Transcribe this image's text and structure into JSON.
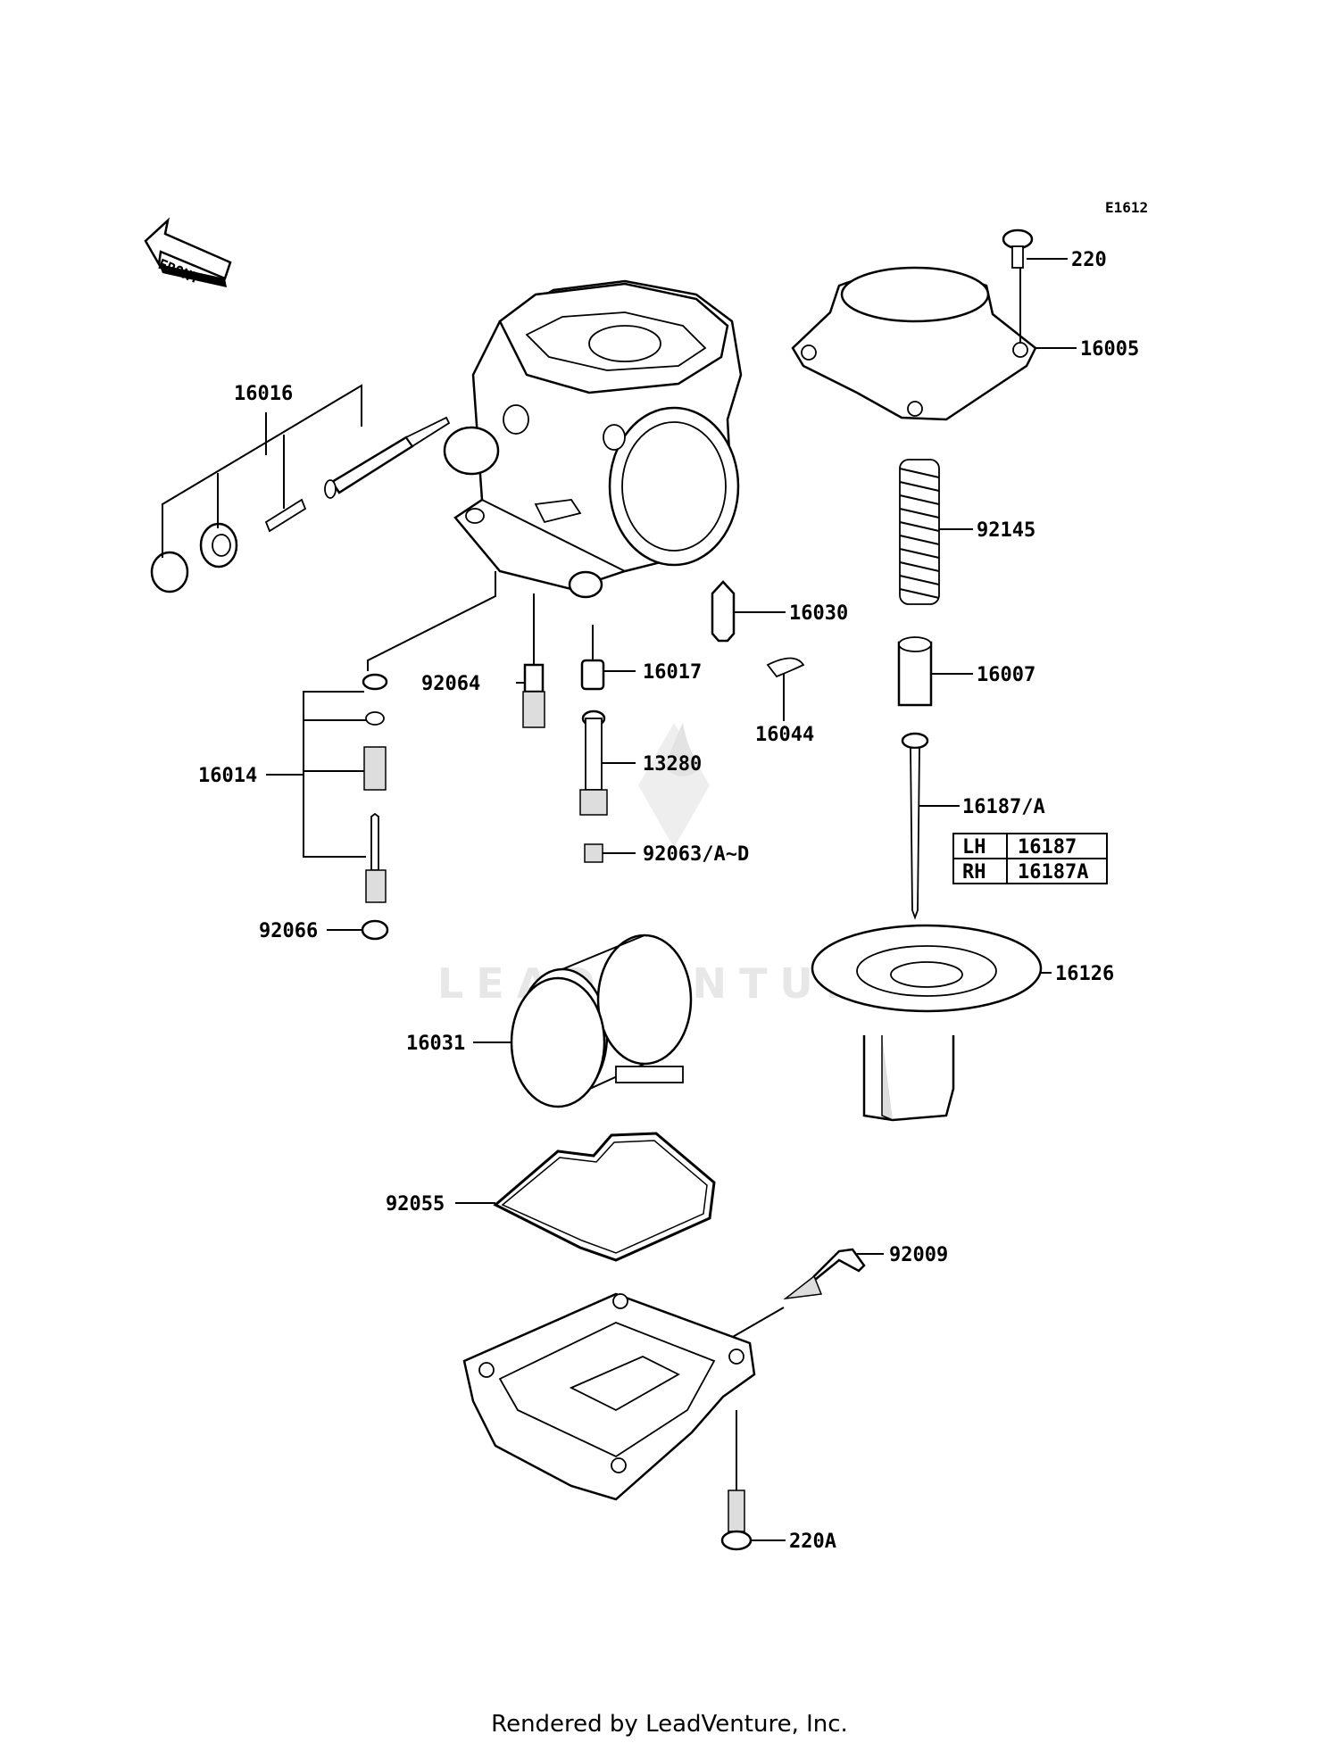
{
  "diagram_code": "E1612",
  "front_label": "FRONT",
  "labels": {
    "p220": "220",
    "p16005": "16005",
    "p16016": "16016",
    "p92145": "92145",
    "p16030": "16030",
    "p16017": "16017",
    "p92064": "92064",
    "p16007": "16007",
    "p16044": "16044",
    "p16014": "16014",
    "p13280": "13280",
    "p16187A": "16187/A",
    "p92063": "92063/A~D",
    "p92066": "92066",
    "p16126": "16126",
    "p16031": "16031",
    "p92055": "92055",
    "p92009": "92009",
    "p220A": "220A"
  },
  "variant_table": {
    "rows": [
      {
        "side": "LH",
        "part": "16187"
      },
      {
        "side": "RH",
        "part": "16187A"
      }
    ]
  },
  "watermark": "LEADVENTURE",
  "footer": "Rendered by LeadVenture, Inc."
}
